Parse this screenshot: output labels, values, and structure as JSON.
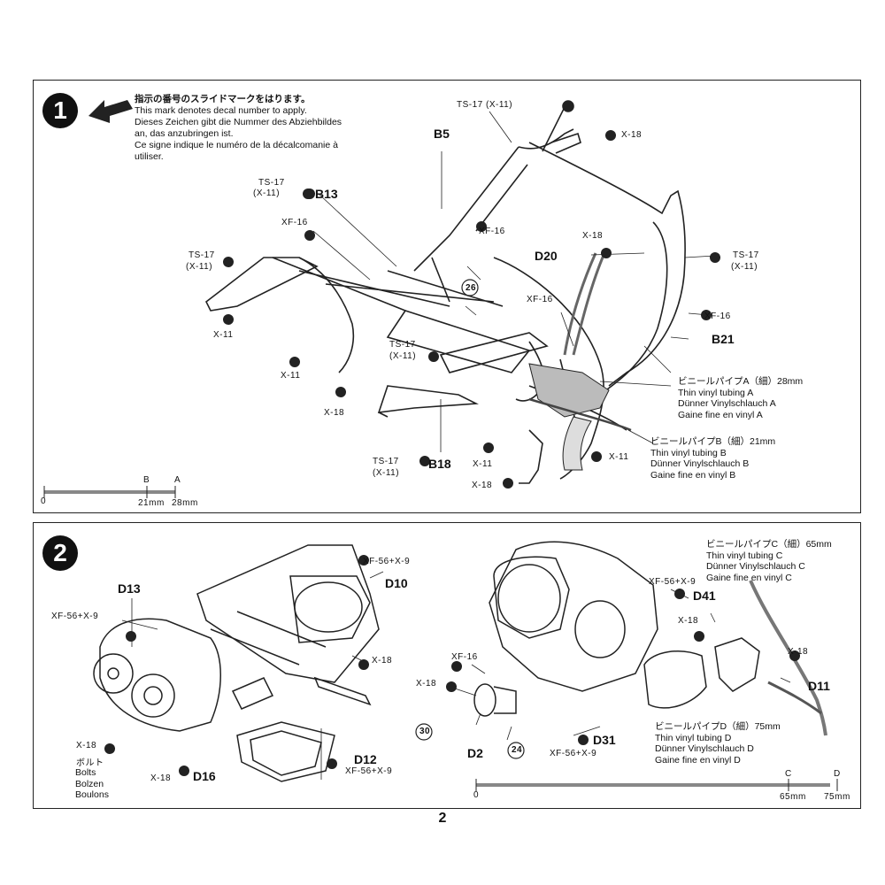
{
  "page_number": "2",
  "step1": {
    "number": "1",
    "intro_lines": [
      "指示の番号のスライドマークをはります。",
      "This mark denotes decal number to apply.",
      "Dieses Zeichen gibt die Nummer des Abziehbildes",
      "an, das anzubringen ist.",
      "Ce signe indique le numéro de la décalcomanie à",
      "utiliser."
    ],
    "labels": {
      "ts17_x11_top": "TS-17 (X-11)",
      "b5": "B5",
      "x18_top": "X-18",
      "ts17_b13_a": "TS-17",
      "ts17_b13_b": "(X-11)",
      "b13": "B13",
      "xf16_left": "XF-16",
      "xf16_mid": "XF-16",
      "x18_d20": "X-18",
      "d20": "D20",
      "ts17_right_a": "TS-17",
      "ts17_right_b": "(X-11)",
      "ts17_left_a": "TS-17",
      "ts17_left_b": "(X-11)",
      "x11_left": "X-11",
      "decal26": "26",
      "xf16_c": "XF-16",
      "xf16_right": "XF-16",
      "b21": "B21",
      "ts17_center_a": "TS-17",
      "ts17_center_b": "(X-11)",
      "x11_lower": "X-11",
      "x18_lower": "X-18",
      "x11_bottom_center": "X-11",
      "x11_bottom_right": "X-11",
      "x18_bottom": "X-18",
      "ts17_b18_a": "TS-17",
      "ts17_b18_b": "(X-11)",
      "b18": "B18"
    },
    "tubing_a": [
      "ビニールパイプA（細）28mm",
      "Thin vinyl tubing A",
      "Dünner Vinylschlauch A",
      "Gaine fine en vinyl A"
    ],
    "tubing_b": [
      "ビニールパイプB（細）21mm",
      "Thin vinyl tubing B",
      "Dünner Vinylschlauch B",
      "Gaine fine en vinyl B"
    ],
    "ruler": {
      "zero": "0",
      "mark_b": "B",
      "mark_a": "A",
      "len_b": "21mm",
      "len_a": "28mm"
    }
  },
  "step2": {
    "number": "2",
    "labels": {
      "d13": "D13",
      "xf56_left": "XF-56+X-9",
      "xf56_d10": "XF-56+X-9",
      "d10": "D10",
      "x18_mid": "X-18",
      "x18_bolt": "X-18",
      "bolts_jp": "ボルト",
      "bolts_en": "Bolts",
      "bolts_de": "Bolzen",
      "bolts_fr": "Boulons",
      "x18_d16": "X-18",
      "d16": "D16",
      "d12": "D12",
      "xf56_d12": "XF-56+X-9",
      "xf56_d41": "XF-56+X-9",
      "d41": "D41",
      "x18_right_mid": "X-18",
      "xf16": "XF-16",
      "x18_left": "X-18",
      "decal30": "30",
      "d2": "D2",
      "decal24": "24",
      "d31": "D31",
      "xf56_d31": "XF-56+X-9",
      "x18_d11": "X-18",
      "d11": "D11"
    },
    "tubing_c": [
      "ビニールパイプC（細）65mm",
      "Thin vinyl tubing C",
      "Dünner Vinylschlauch C",
      "Gaine fine en vinyl C"
    ],
    "tubing_d": [
      "ビニールパイプD（細）75mm",
      "Thin vinyl tubing D",
      "Dünner Vinylschlauch D",
      "Gaine fine en vinyl D"
    ],
    "ruler": {
      "zero": "0",
      "mark_c": "C",
      "mark_d": "D",
      "len_c": "65mm",
      "len_d": "75mm"
    }
  }
}
